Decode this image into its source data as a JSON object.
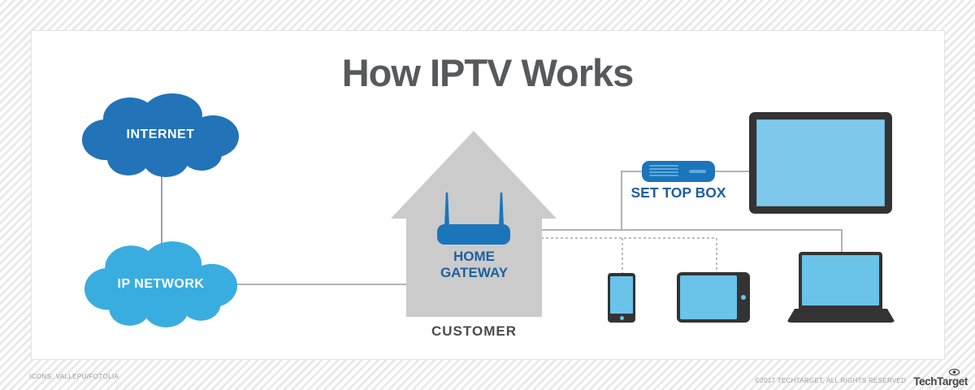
{
  "title": "How IPTV Works",
  "diagram": {
    "internet": {
      "label": "INTERNET"
    },
    "ip_network": {
      "label": "IP NETWORK"
    },
    "home_gateway": {
      "label": "HOME GATEWAY"
    },
    "customer": {
      "label": "CUSTOMER"
    },
    "set_top_box": {
      "label": "SET TOP BOX"
    },
    "icons": [
      "internet-cloud-icon",
      "ip-network-cloud-icon",
      "house-icon",
      "wifi-router-icon",
      "set-top-box-icon",
      "tv-icon",
      "smartphone-icon",
      "tablet-icon",
      "laptop-icon"
    ]
  },
  "footer": {
    "credits": "ICONS: VALLEPU/FOTOLIA",
    "copyright": "©2017 TECHTARGET, ALL RIGHTS RESERVED",
    "brand": "TechTarget"
  },
  "colors": {
    "blue_dark": "#2273b8",
    "blue_light": "#3aade0",
    "blue_device": "#1b75bb",
    "blue_screen": "#6ac3e9",
    "blue_screen_tv": "#7ec9eb",
    "blue_label": "#1e5f9e",
    "gray_house": "#cbcbcb",
    "gray_title": "#58595b",
    "gray_text": "#4b4b4d",
    "dark_frame": "#333333",
    "line_solid": "#b3b3b3",
    "line_dashed": "#a6a6a6"
  }
}
